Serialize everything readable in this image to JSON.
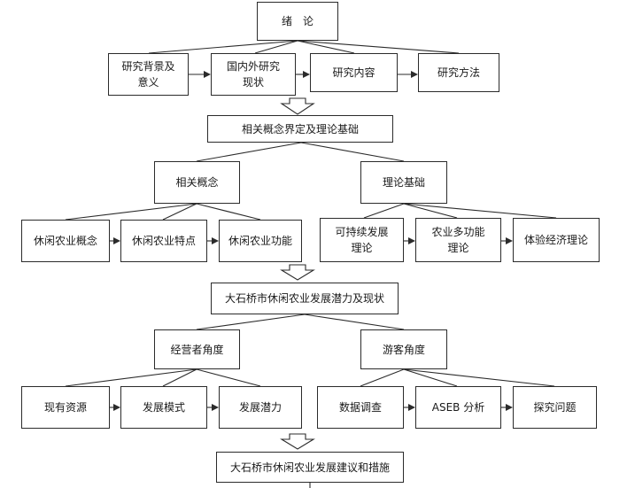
{
  "diagram": {
    "nodes": {
      "intro": "绪　论",
      "background": "研究背景及\n意义",
      "status": "国内外研究\n现状",
      "content": "研究内容",
      "method": "研究方法",
      "concepts_theory": "相关概念界定及理论基础",
      "concepts": "相关概念",
      "theory": "理论基础",
      "leisure_concept": "休闲农业概念",
      "leisure_feature": "休闲农业特点",
      "leisure_function": "休闲农业功能",
      "sustainable": "可持续发展\n理论",
      "multifunction": "农业多功能\n理论",
      "experience": "体验经济理论",
      "potential_status": "大石桥市休闲农业发展潜力及现状",
      "operator": "经营者角度",
      "tourist": "游客角度",
      "resources": "现有资源",
      "mode": "发展模式",
      "potential": "发展潜力",
      "survey": "数据调查",
      "aseb": "ASEB 分析",
      "problems": "探究问题",
      "suggestions": "大石桥市休闲农业发展建议和措施"
    }
  }
}
